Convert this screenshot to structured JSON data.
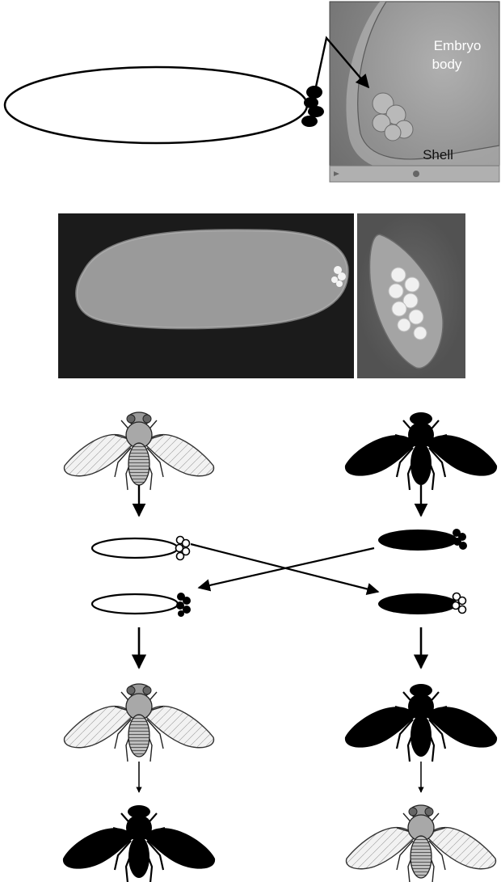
{
  "labels": {
    "embryo_line1": "Embryo",
    "embryo_line2": "body",
    "shell": "Shell"
  },
  "colors": {
    "micro_bg": "#8e8e8e",
    "embryo": "#a9a9a9",
    "fluor_bg": "#1b1b1b",
    "fluor_egg": "#9a9a9a",
    "wild_fly": "#d0d0d0",
    "dark_fly": "#000000"
  },
  "icons": {
    "wild_type_fly": "striped-fly-icon",
    "dark_fly": "black-fly-icon",
    "pole_cells": "pole-cell-cluster-icon"
  }
}
